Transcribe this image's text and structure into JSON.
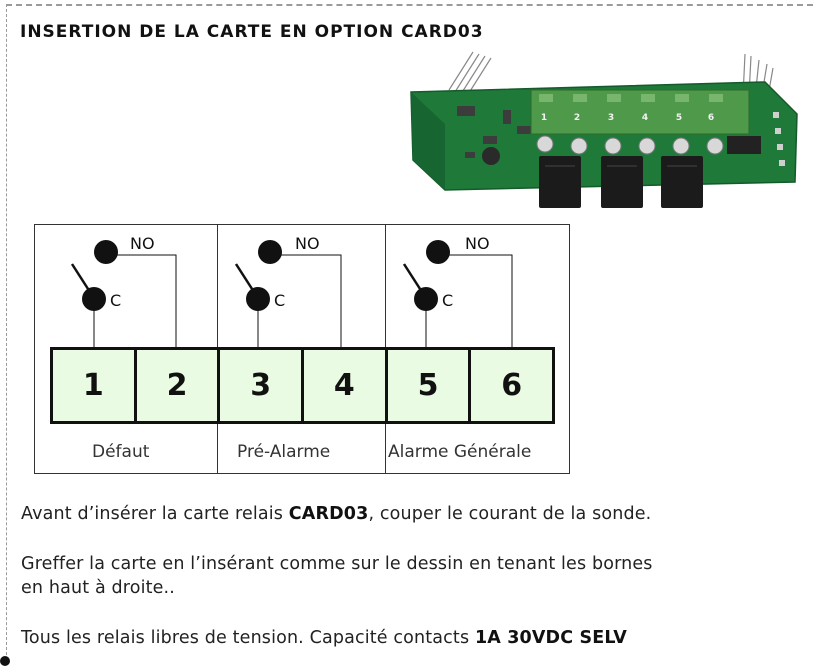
{
  "title": "INSERTION DE LA CARTE EN OPTION CARD03",
  "board": {
    "terminal_numbers": [
      "1",
      "2",
      "3",
      "4",
      "5",
      "6"
    ]
  },
  "diagram": {
    "terminals": [
      "1",
      "2",
      "3",
      "4",
      "5",
      "6"
    ],
    "contact_labels": {
      "common": "C",
      "normally_open": "NO"
    },
    "groups": [
      {
        "label": "Défaut"
      },
      {
        "label": "Pré-Alarme"
      },
      {
        "label": "Alarme Générale"
      }
    ]
  },
  "paragraphs": {
    "p1": {
      "text_before": "Avant d’insérer la carte relais ",
      "bold": "CARD03",
      "text_after": ", couper le courant de la sonde."
    },
    "p2": {
      "line1": "Greffer la carte en l’insérant comme sur le  dessin en tenant les bornes",
      "line2": "en haut à droite.."
    },
    "p3": {
      "text_before": "Tous les relais libres de tension. Capacité contacts ",
      "bold": "1A 30VDC SELV"
    }
  },
  "colors": {
    "terminal_fill": "#e9fbe2",
    "pcb_green": "#1f7a3a",
    "terminal_block_green": "#4f9a4a",
    "relay_black": "#1b1b1b"
  }
}
